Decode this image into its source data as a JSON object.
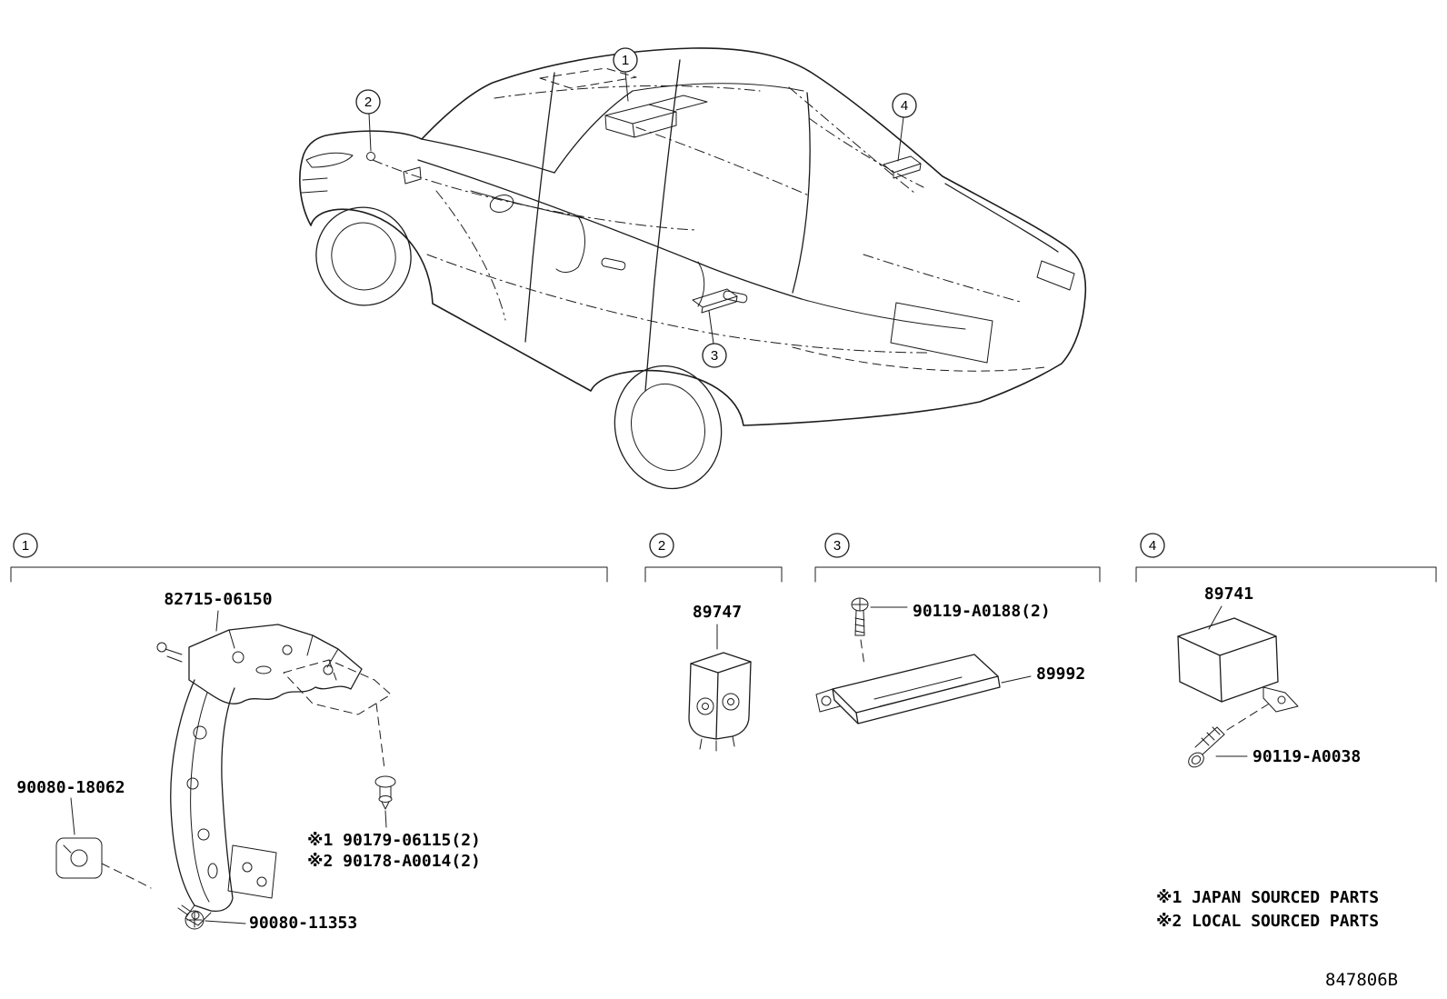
{
  "diagram_id": "847806B",
  "callouts": {
    "c1": "1",
    "c2": "2",
    "c3": "3",
    "c4": "4"
  },
  "sections": {
    "s1": {
      "bracket_part": "82715-06150",
      "clip_part": "90080-18062",
      "screw_part": "90080-11353",
      "fastener_note_1": "※1 90179-06115(2)",
      "fastener_note_2": "※2 90178-A0014(2)"
    },
    "s2": {
      "receiver_part": "89747"
    },
    "s3": {
      "bolt_part": "90119-A0188(2)",
      "amplifier_part": "89992"
    },
    "s4": {
      "receiver_part": "89741",
      "bolt_part": "90119-A0038"
    }
  },
  "footnotes": {
    "note1": "※1 JAPAN SOURCED PARTS",
    "note2": "※2 LOCAL SOURCED PARTS"
  }
}
